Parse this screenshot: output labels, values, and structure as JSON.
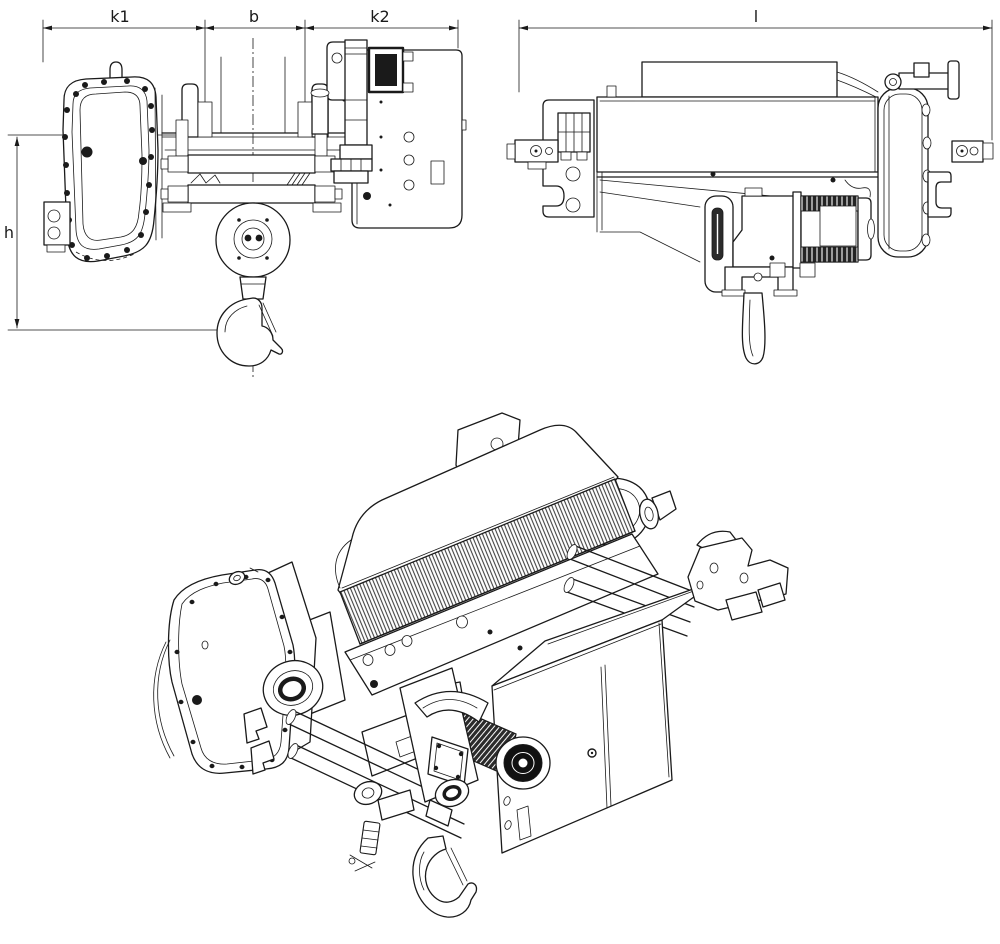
{
  "drawing": {
    "background": "#ffffff",
    "line_color": "#1a1a1a",
    "dimension_labels": {
      "k1": "k1",
      "b": "b",
      "k2": "k2",
      "h": "h",
      "l": "l"
    }
  }
}
